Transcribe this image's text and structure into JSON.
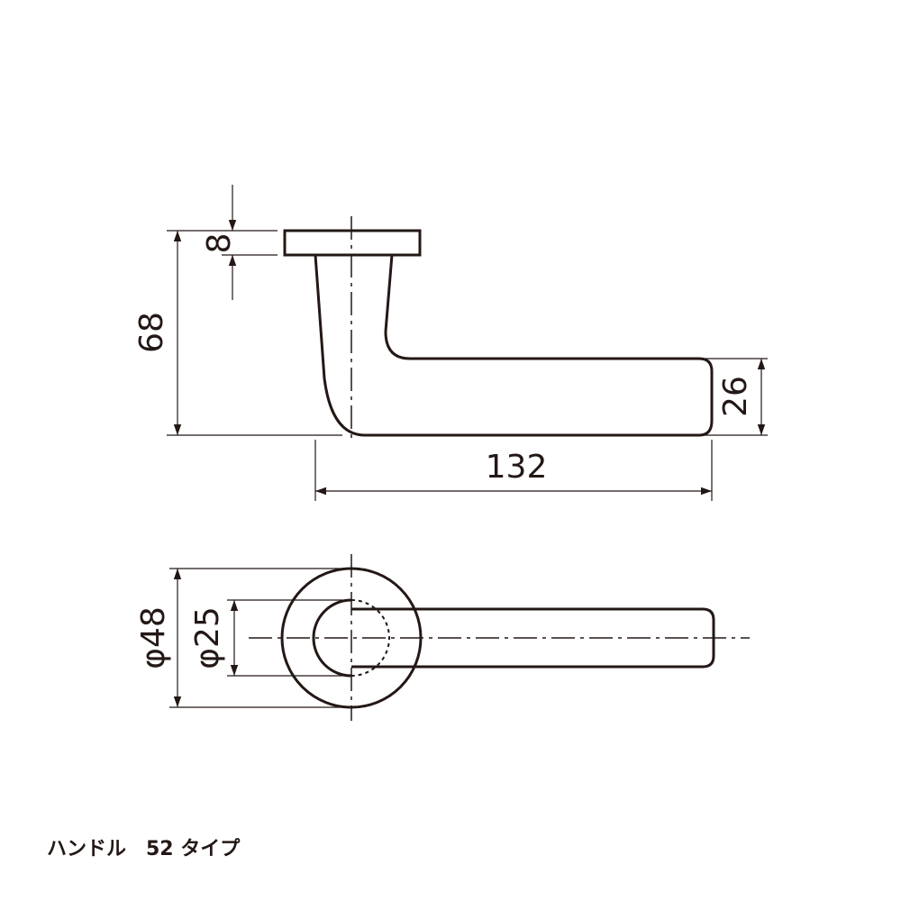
{
  "caption": "ハンドル　52 タイプ",
  "colors": {
    "line": "#231815",
    "background": "#ffffff"
  },
  "side_view": {
    "dim_rose_thickness": "8",
    "dim_total_height": "68",
    "dim_lever_height": "26",
    "dim_lever_length": "132"
  },
  "top_view": {
    "dim_rose_diameter": "φ48",
    "dim_neck_diameter": "φ25"
  }
}
